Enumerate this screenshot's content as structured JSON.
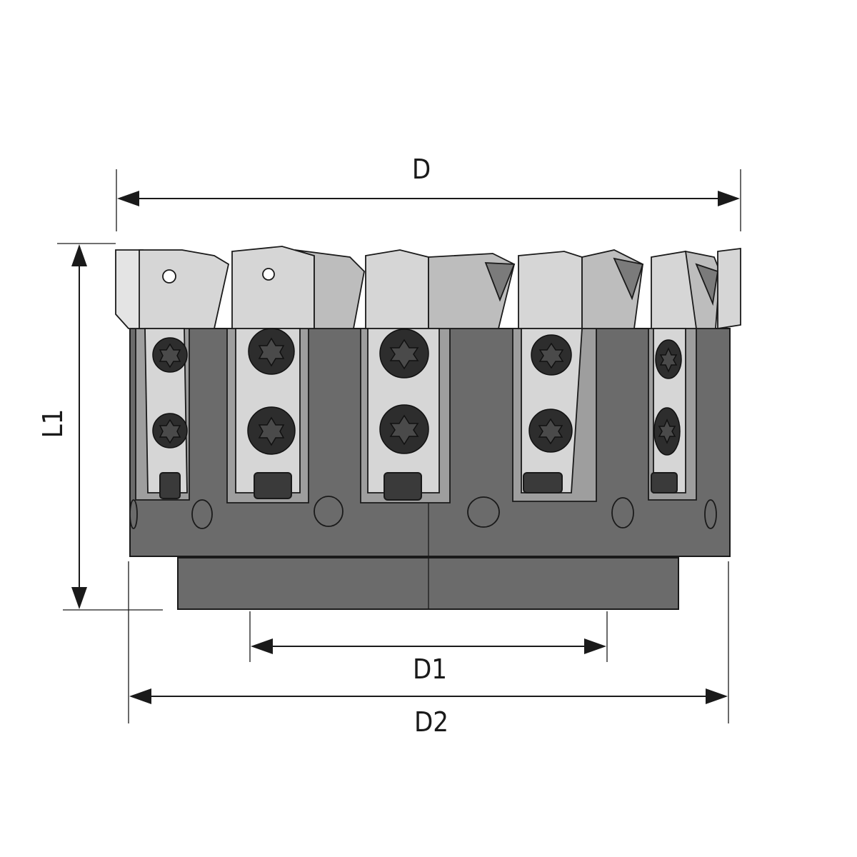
{
  "dimensions": {
    "D": "D",
    "L1": "L1",
    "D1": "D1",
    "D2": "D2"
  },
  "colors": {
    "body": "#6b6b6b",
    "insert": "#d6d6d6",
    "screw": "#2d2d2d",
    "line": "#1a1a1a"
  }
}
